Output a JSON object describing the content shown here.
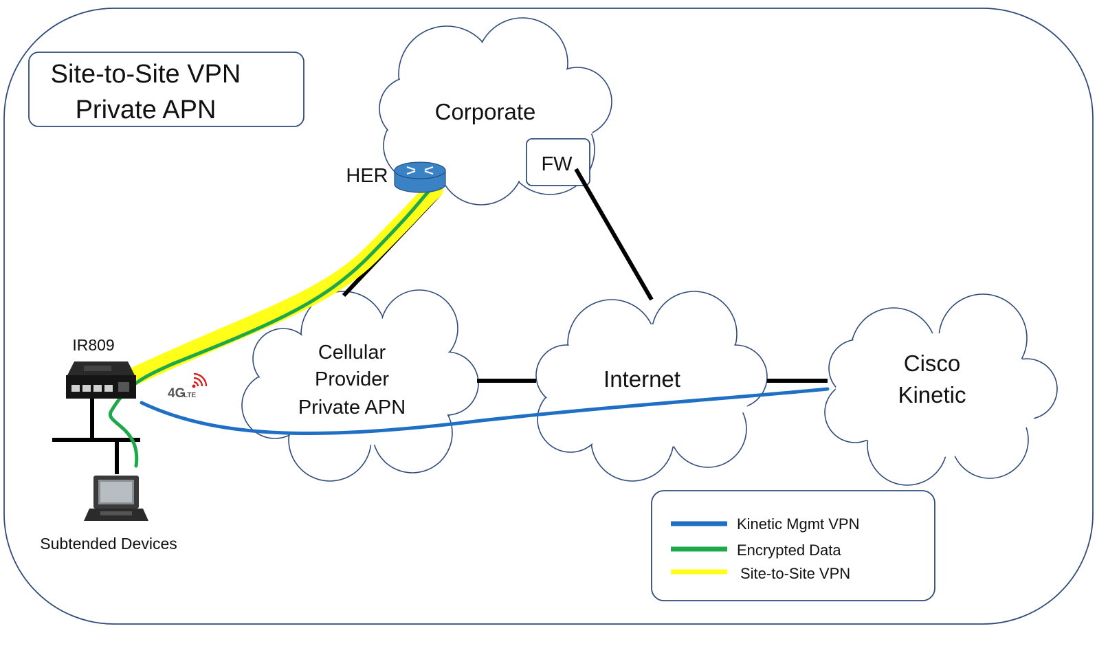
{
  "title": {
    "line1": "Site-to-Site VPN",
    "line2": "Private APN"
  },
  "clouds": {
    "corporate": "Corporate",
    "cellular": [
      "Cellular",
      "Provider",
      "Private APN"
    ],
    "internet": "Internet",
    "kinetic": [
      "Cisco",
      "Kinetic"
    ]
  },
  "devices": {
    "firewall": "FW",
    "her": "HER",
    "router": "IR809",
    "lte_badge": "4G",
    "lte_badge_sub": "LTE",
    "subtended": "Subtended Devices"
  },
  "legend": [
    {
      "label": "Kinetic Mgmt VPN",
      "color": "#1f6fc5"
    },
    {
      "label": "Encrypted Data",
      "color": "#1fa84a"
    },
    {
      "label": "Site-to-Site VPN",
      "color": "#ffff1a"
    }
  ],
  "colors": {
    "frame": "#2f4a7a",
    "link": "#000000",
    "her_router": "#3b82c4",
    "lte_signal": "#d62020"
  }
}
